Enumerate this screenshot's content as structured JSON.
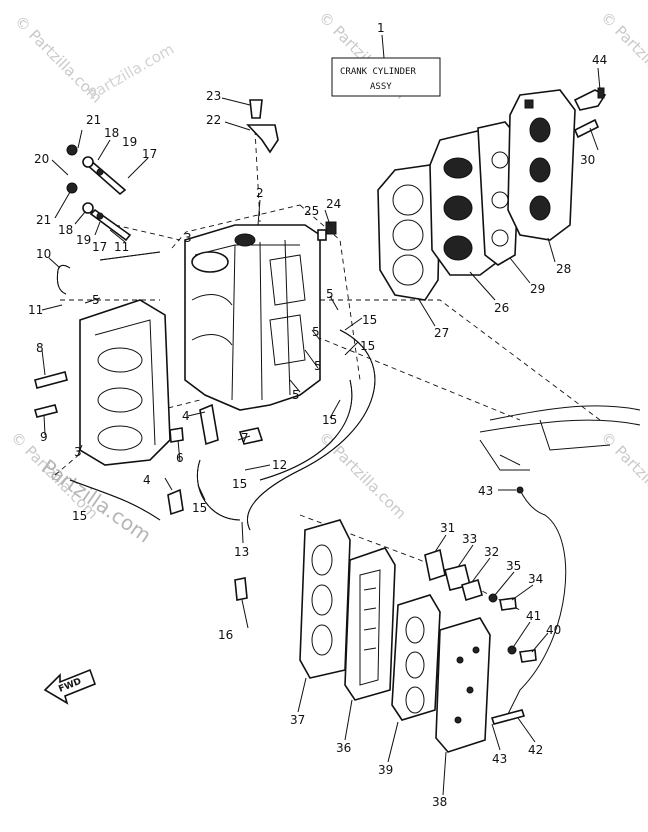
{
  "watermark": {
    "text": "Partzilla.com",
    "small": "© Partzilla.com"
  },
  "assembly_box": {
    "line1": "CRANK CYLINDER",
    "line2": "ASSY"
  },
  "fwd_label": "FWD",
  "callouts": {
    "c1": "1",
    "c2": "2",
    "c3a": "3",
    "c3b": "3",
    "c4a": "4",
    "c4b": "4",
    "c5a": "5",
    "c5b": "5",
    "c5c": "5",
    "c5d": "5",
    "c5e": "5",
    "c6": "6",
    "c7": "7",
    "c8": "8",
    "c9": "9",
    "c10": "10",
    "c11a": "11",
    "c11b": "11",
    "c12": "12",
    "c13": "13",
    "c15a": "15",
    "c15b": "15",
    "c15c": "15",
    "c15d": "15",
    "c15e": "15",
    "c15f": "15",
    "c16": "16",
    "c17a": "17",
    "c17b": "17",
    "c18a": "18",
    "c18b": "18",
    "c19a": "19",
    "c19b": "19",
    "c20": "20",
    "c21a": "21",
    "c21b": "21",
    "c22": "22",
    "c23": "23",
    "c24": "24",
    "c25": "25",
    "c26": "26",
    "c27": "27",
    "c28": "28",
    "c29": "29",
    "c30": "30",
    "c31": "31",
    "c32": "32",
    "c33": "33",
    "c34": "34",
    "c35": "35",
    "c36": "36",
    "c37": "37",
    "c38": "38",
    "c39": "39",
    "c40": "40",
    "c41": "41",
    "c42": "42",
    "c43a": "43",
    "c43b": "43",
    "c44": "44"
  }
}
